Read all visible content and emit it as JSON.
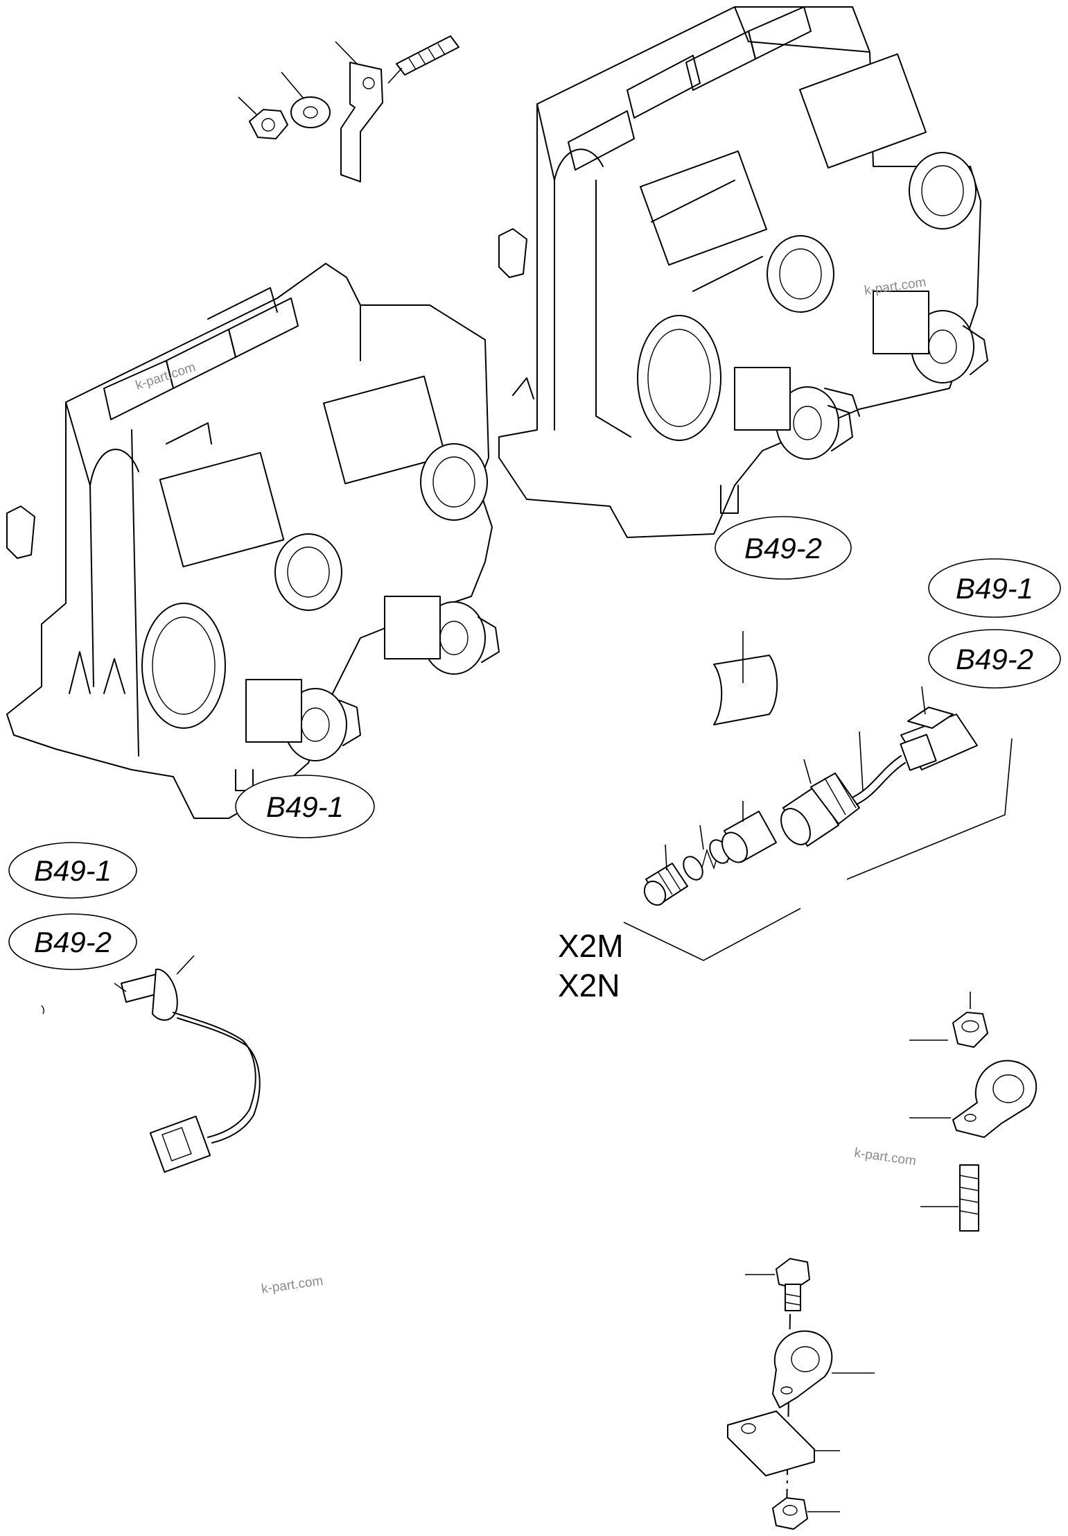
{
  "callouts": {
    "top_center": "B49-2",
    "right_upper": "B49-1",
    "right_lower": "B49-2",
    "left_center": "B49-1",
    "left_sensor_upper": "B49-1",
    "left_sensor_lower": "B49-2"
  },
  "models": [
    "X2M",
    "X2N"
  ],
  "watermarks": [
    "k-part.com",
    "k-part.com",
    "k-part.com",
    "k-part.com"
  ]
}
